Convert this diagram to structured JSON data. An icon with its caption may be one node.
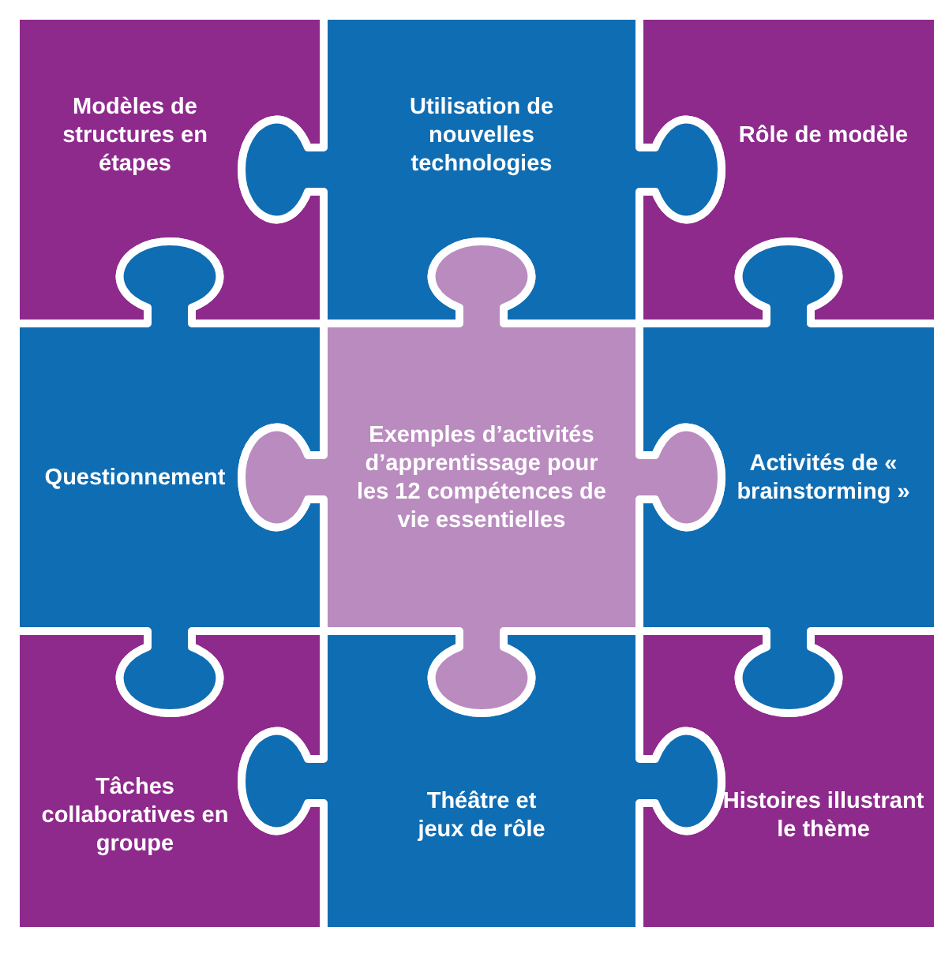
{
  "diagram": {
    "nodes": [
      {
        "text": [
          "Modèles de structures en étapes"
        ]
      },
      {
        "text": [
          "Utilisation de nouvelles technologies"
        ]
      },
      {
        "text": [
          "Rôle de modèle"
        ]
      },
      {
        "text": [
          "Questionnement"
        ]
      },
      {
        "text": [
          "Exemples d’activités d’apprentissage pour les 12 compétences de vie essentielles"
        ]
      },
      {
        "text": [
          "Activités de « brainstorming »"
        ]
      },
      {
        "text": [
          "Tâches collaboratives en groupe"
        ]
      },
      {
        "text": [
          "Théâtre et jeux de rôle"
        ]
      },
      {
        "text": [
          "Histoires illustrant le thème"
        ]
      }
    ]
  }
}
